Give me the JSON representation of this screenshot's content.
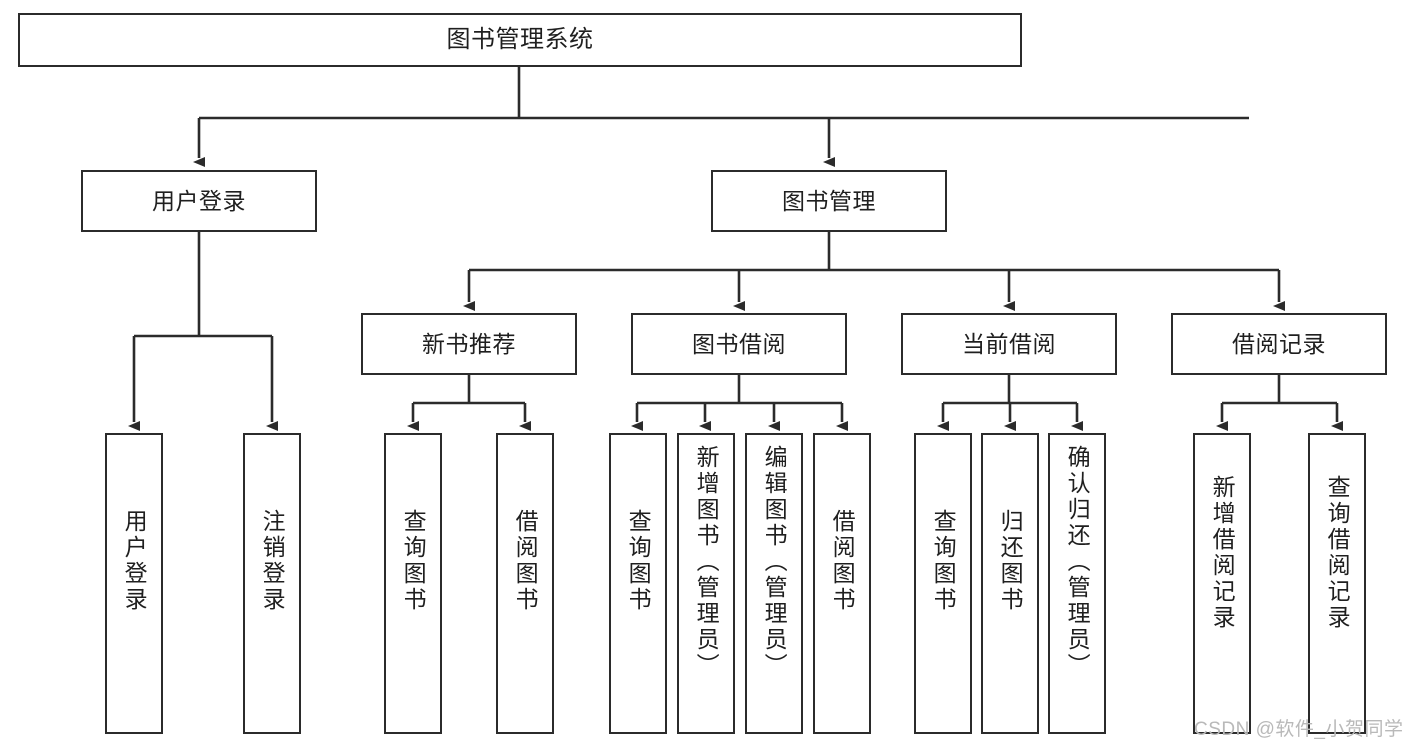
{
  "diagram": {
    "type": "tree-hierarchy",
    "title": "图书管理系统",
    "watermark": "CSDN @软件_小贺同学",
    "colors": {
      "box_border": "#2b2b2b",
      "box_fill": "#ffffff",
      "edge": "#2b2b2b",
      "text": "#1f1f1f",
      "watermark": "#b9b9b9",
      "background": "#ffffff"
    },
    "nodes": {
      "root": {
        "label": "图书管理系统",
        "level": 1,
        "orientation": "horizontal"
      },
      "user_login": {
        "label": "用户登录",
        "level": 2,
        "orientation": "horizontal"
      },
      "book_manage": {
        "label": "图书管理",
        "level": 2,
        "orientation": "horizontal"
      },
      "new_book_rec": {
        "label": "新书推荐",
        "level": 3,
        "orientation": "horizontal"
      },
      "book_borrow": {
        "label": "图书借阅",
        "level": 3,
        "orientation": "horizontal"
      },
      "current_borrow": {
        "label": "当前借阅",
        "level": 3,
        "orientation": "horizontal"
      },
      "borrow_record": {
        "label": "借阅记录",
        "level": 3,
        "orientation": "horizontal"
      },
      "leaf_user_login": {
        "label": "用户登录",
        "level": 4,
        "orientation": "vertical"
      },
      "leaf_logout": {
        "label": "注销登录",
        "level": 4,
        "orientation": "vertical"
      },
      "leaf_query_book_1": {
        "label": "查询图书",
        "level": 4,
        "orientation": "vertical"
      },
      "leaf_borrow_book_1": {
        "label": "借阅图书",
        "level": 4,
        "orientation": "vertical"
      },
      "leaf_query_book_2": {
        "label": "查询图书",
        "level": 4,
        "orientation": "vertical"
      },
      "leaf_add_book": {
        "label": "新增图书（管理员）",
        "level": 4,
        "orientation": "vertical"
      },
      "leaf_edit_book": {
        "label": "编辑图书（管理员）",
        "level": 4,
        "orientation": "vertical"
      },
      "leaf_borrow_book_2": {
        "label": "借阅图书",
        "level": 4,
        "orientation": "vertical"
      },
      "leaf_query_book_3": {
        "label": "查询图书",
        "level": 4,
        "orientation": "vertical"
      },
      "leaf_return_book": {
        "label": "归还图书",
        "level": 4,
        "orientation": "vertical"
      },
      "leaf_confirm_return": {
        "label": "确认归还（管理员）",
        "level": 4,
        "orientation": "vertical"
      },
      "leaf_add_record": {
        "label": "新增借阅记录",
        "level": 4,
        "orientation": "vertical"
      },
      "leaf_query_record": {
        "label": "查询借阅记录",
        "level": 4,
        "orientation": "vertical"
      }
    },
    "edges": [
      {
        "from": "root",
        "to": "user_login"
      },
      {
        "from": "root",
        "to": "book_manage"
      },
      {
        "from": "book_manage",
        "to": "new_book_rec"
      },
      {
        "from": "book_manage",
        "to": "book_borrow"
      },
      {
        "from": "book_manage",
        "to": "current_borrow"
      },
      {
        "from": "book_manage",
        "to": "borrow_record"
      },
      {
        "from": "user_login",
        "to": "leaf_user_login"
      },
      {
        "from": "user_login",
        "to": "leaf_logout"
      },
      {
        "from": "new_book_rec",
        "to": "leaf_query_book_1"
      },
      {
        "from": "new_book_rec",
        "to": "leaf_borrow_book_1"
      },
      {
        "from": "book_borrow",
        "to": "leaf_query_book_2"
      },
      {
        "from": "book_borrow",
        "to": "leaf_add_book"
      },
      {
        "from": "book_borrow",
        "to": "leaf_edit_book"
      },
      {
        "from": "book_borrow",
        "to": "leaf_borrow_book_2"
      },
      {
        "from": "current_borrow",
        "to": "leaf_query_book_3"
      },
      {
        "from": "current_borrow",
        "to": "leaf_return_book"
      },
      {
        "from": "current_borrow",
        "to": "leaf_confirm_return"
      },
      {
        "from": "borrow_record",
        "to": "leaf_add_record"
      },
      {
        "from": "borrow_record",
        "to": "leaf_query_record"
      }
    ]
  }
}
